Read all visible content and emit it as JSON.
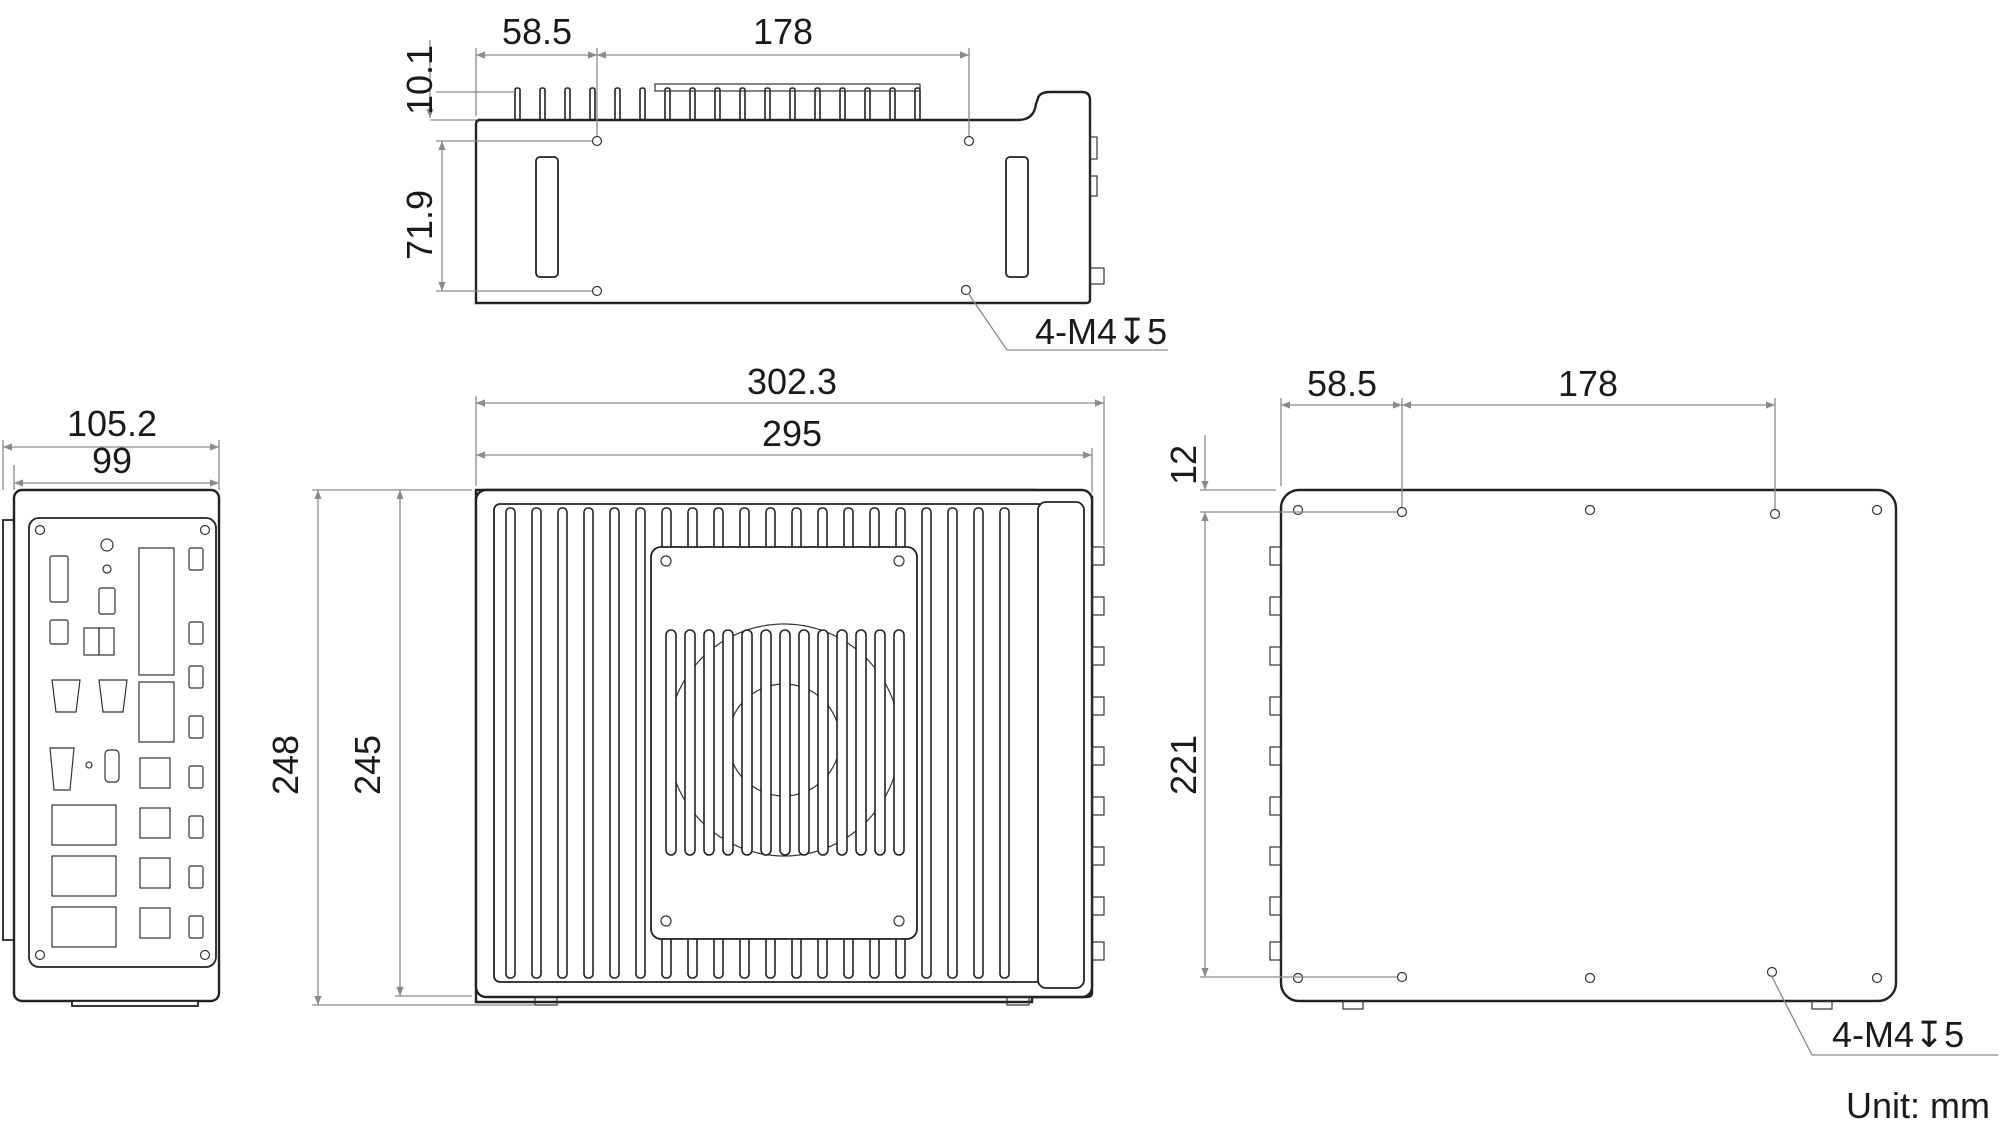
{
  "top_view": {
    "dim_offset": "58.5",
    "dim_span": "178",
    "dim_fin_height": "10.1",
    "dim_body_height": "71.9",
    "hole_callout": "4-M4↧5"
  },
  "front_view": {
    "dim_outer_width": "105.2",
    "dim_inner_width": "99"
  },
  "main_view": {
    "dim_outer_length": "302.3",
    "dim_inner_length": "295",
    "dim_outer_height": "248",
    "dim_inner_height": "245"
  },
  "bottom_view": {
    "dim_offset": "58.5",
    "dim_span": "178",
    "dim_edge": "12",
    "dim_hole_span": "221",
    "hole_callout": "4-M4↧5"
  },
  "unit_label": "Unit: mm",
  "colors": {
    "line": "#222222",
    "dimension": "#8a8a8a",
    "text": "#1a1a1a"
  }
}
